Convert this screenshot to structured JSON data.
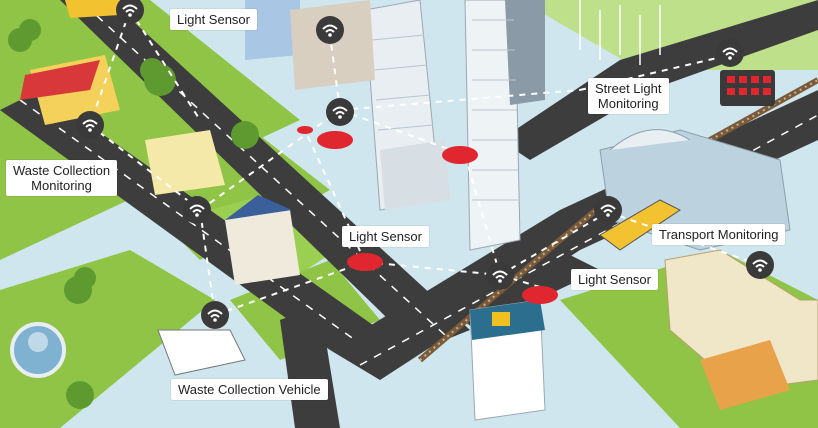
{
  "labels": {
    "light_sensor_top": "Light Sensor",
    "street_light_line1": "Street Light",
    "street_light_line2": "Monitoring",
    "waste_collection_line1": "Waste Collection",
    "waste_collection_line2": "Monitoring",
    "light_sensor_center": "Light Sensor",
    "transport_monitoring": "Transport Monitoring",
    "light_sensor_right": "Light Sensor",
    "waste_collection_vehicle": "Waste Collection Vehicle"
  },
  "icons": [
    "wifi-icon",
    "light-sensor-icon",
    "street-light-panel-icon"
  ],
  "colors": {
    "water": "#cfe6ee",
    "grass": "#8fc447",
    "road": "#3d3d3d",
    "road_marking": "#ffffff",
    "sensor_red": "#e0262f",
    "wifi_badge": "#3a3a3a",
    "building_glass": "#e8eef2"
  }
}
